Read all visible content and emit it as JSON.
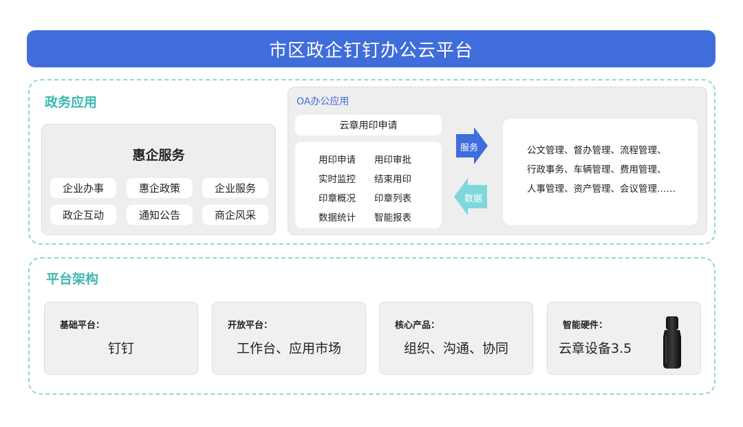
{
  "header": {
    "title": "市区政企钉钉办公云平台"
  },
  "gov": {
    "title": "政务应用",
    "panel_title": "惠企服务",
    "items": [
      "企业办事",
      "惠企政策",
      "企业服务",
      "政企互动",
      "通知公告",
      "商企风采"
    ]
  },
  "oa": {
    "title": "OA办公应用",
    "seal_header": "云章用印申请",
    "seal_items": [
      "用印申请",
      "用印审批",
      "实时监控",
      "结束用印",
      "印章概况",
      "印章列表",
      "数据统计",
      "智能报表"
    ],
    "arrow_service": "服务",
    "arrow_data": "数据",
    "functions": [
      "公文管理、督办管理、流程管理、",
      "行政事务、车辆管理、费用管理、",
      "人事管理、资产管理、会议管理……"
    ],
    "colors": {
      "service_arrow": "#3f6ddb",
      "data_arrow": "#7fd6db"
    }
  },
  "platform": {
    "title": "平台架构",
    "cards": [
      {
        "label": "基础平台：",
        "value": "钉钉"
      },
      {
        "label": "开放平台：",
        "value": "工作台、应用市场"
      },
      {
        "label": "核心产品：",
        "value": "组织、沟通、协同"
      },
      {
        "label": "智能硬件：",
        "value": "云章设备3.5"
      }
    ]
  }
}
